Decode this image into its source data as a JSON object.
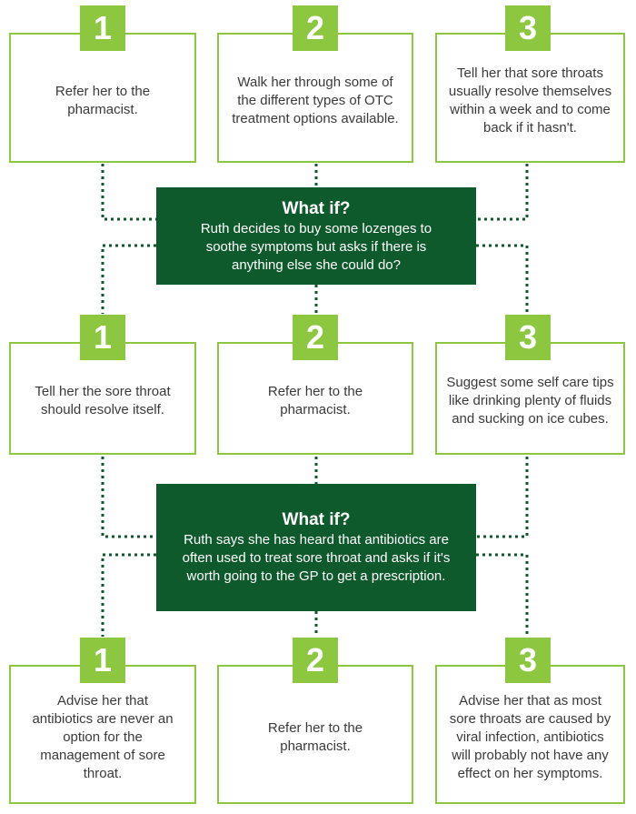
{
  "colors": {
    "accent": "#8dc63f",
    "dark_green": "#0e5a2c",
    "text": "#3a3a3a"
  },
  "rows": [
    {
      "options": [
        {
          "number": "1",
          "text": "Refer her to the pharmacist."
        },
        {
          "number": "2",
          "text": "Walk her through some of the different types of OTC treatment options available."
        },
        {
          "number": "3",
          "text": "Tell her that sore throats usually resolve themselves within a week and to come back if it hasn't."
        }
      ]
    },
    {
      "options": [
        {
          "number": "1",
          "text": "Tell her the sore throat should resolve itself."
        },
        {
          "number": "2",
          "text": "Refer her to the pharmacist."
        },
        {
          "number": "3",
          "text": "Suggest some self care tips like drinking plenty of fluids and sucking on ice cubes."
        }
      ]
    },
    {
      "options": [
        {
          "number": "1",
          "text": "Advise her that antibiotics are never an option for the management of sore throat."
        },
        {
          "number": "2",
          "text": "Refer her to the pharmacist."
        },
        {
          "number": "3",
          "text": "Advise her that as most sore throats are caused by viral infection, antibiotics will probably not have any effect on her symptoms."
        }
      ]
    }
  ],
  "what_ifs": [
    {
      "title": "What if?",
      "text": "Ruth decides to buy some lozenges to soothe symptoms but asks if there is anything else she could do?"
    },
    {
      "title": "What if?",
      "text": "Ruth says she has heard that antibiotics are often used to treat sore throat and asks if it's worth going to the GP to get a prescription."
    }
  ]
}
